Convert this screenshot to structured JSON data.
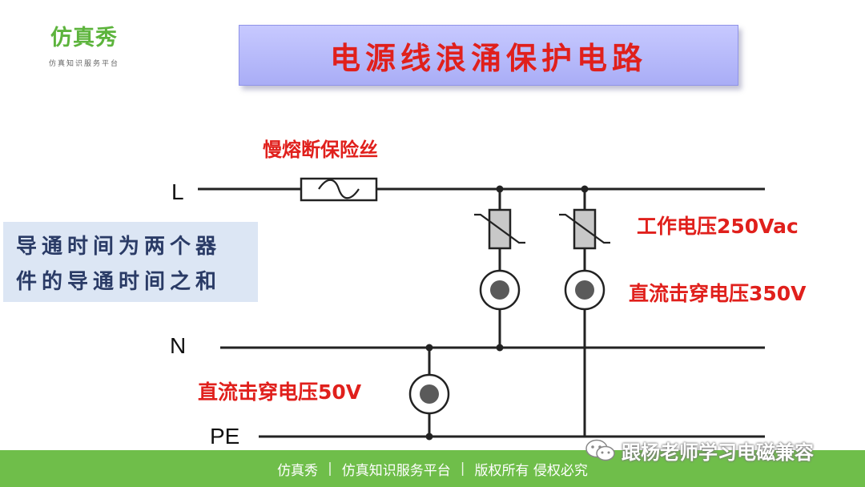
{
  "logo": {
    "name": "仿真秀",
    "subtitle": "仿真知识服务平台"
  },
  "title": "电源线浪涌保护电路",
  "note": {
    "line1": "导通时间为两个器",
    "line2": "件的导通时间之和"
  },
  "circuit": {
    "label_L": "L",
    "label_N": "N",
    "label_PE": "PE",
    "fuse_label": "慢熔断保险丝",
    "working_voltage": "工作电压250Vac",
    "dc_breakdown_350": "直流击穿电压350V",
    "dc_breakdown_50": "直流击穿电压50V"
  },
  "footer": {
    "brand": "仿真秀",
    "platform": "仿真知识服务平台",
    "rights": "版权所有 侵权必究"
  },
  "watermark": {
    "text": "跟杨老师学习电磁兼容"
  },
  "colors": {
    "label_red": "#e0201c",
    "title_bg": "#b5b8fa",
    "footer_green": "#6fbe4a",
    "note_bg": "#dce6f4",
    "note_text": "#2a3b66",
    "tube_fill": "#5a5a5a",
    "varistor_fill": "#c8c8c8"
  }
}
